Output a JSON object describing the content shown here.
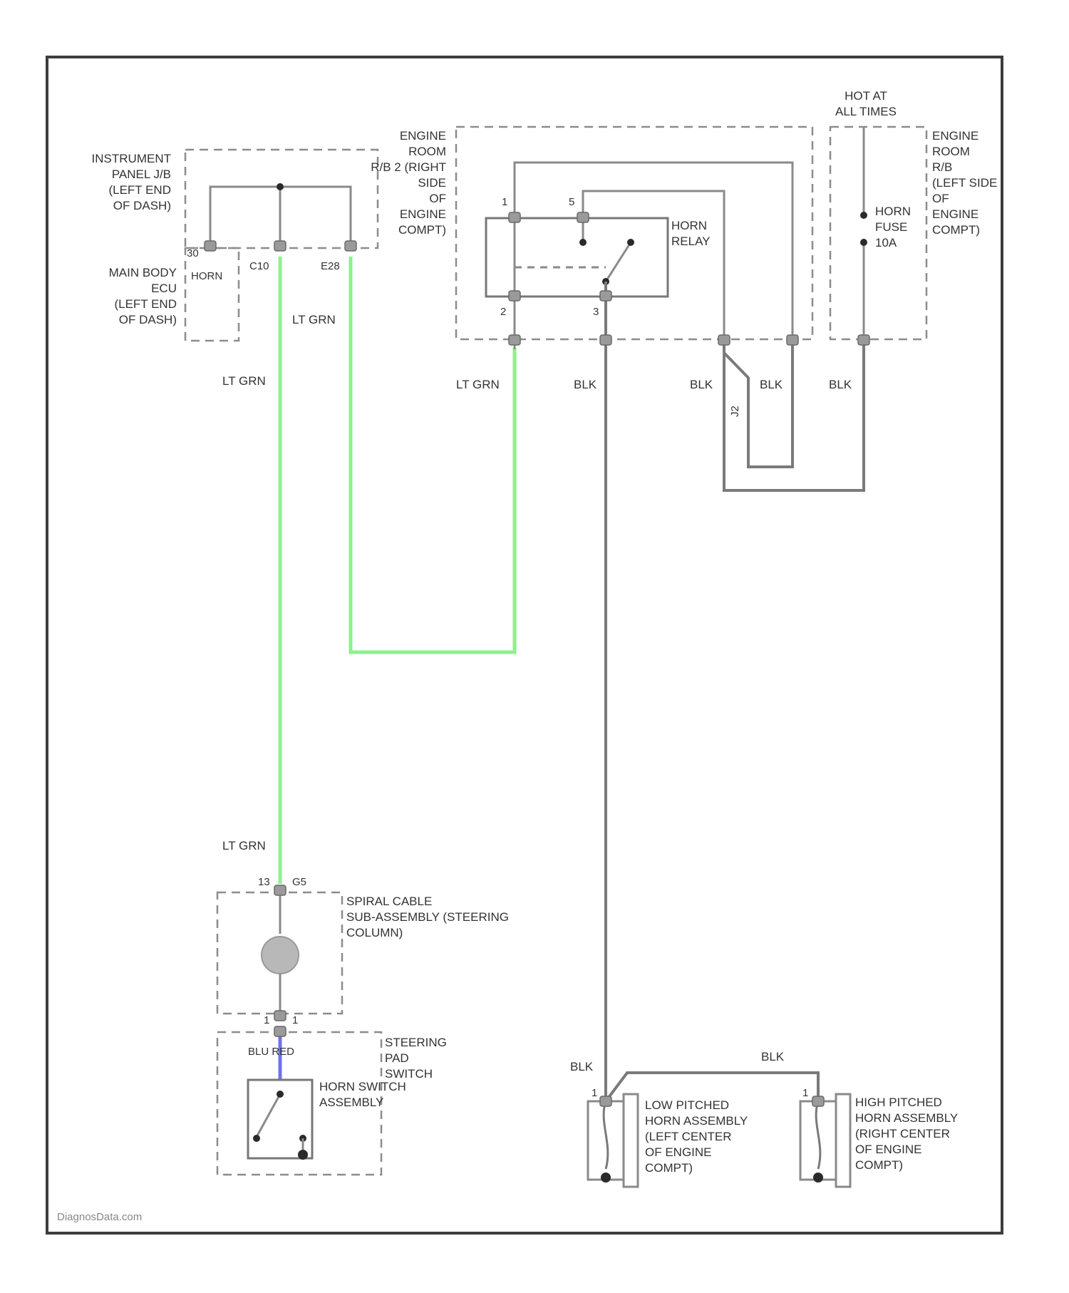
{
  "diagram": {
    "watermark": "DiagnosData.com",
    "colors": {
      "frame": "#3d3d3d",
      "ltgrn_wire": "#8ef08e",
      "blk_wire": "#7a7a7a",
      "blu_wire": "#7070f0",
      "dashed_box": "#8c8c8c"
    },
    "components": {
      "instrument_panel_jb": "INSTRUMENT\nPANEL J/B\n(LEFT END\nOF DASH)",
      "main_body_ecu": "MAIN BODY\nECU\n(LEFT END\nOF DASH)",
      "main_body_ecu_pin": "HORN",
      "engine_room_rb2": "ENGINE\nROOM\nR/B 2 (RIGHT\nSIDE\nOF\nENGINE\nCOMPT)",
      "horn_relay": "HORN\nRELAY",
      "hot_at_all_times": "HOT AT\nALL TIMES",
      "engine_room_rb": "ENGINE\nROOM\nR/B\n(LEFT SIDE\nOF\nENGINE\nCOMPT)",
      "horn_fuse": "HORN\nFUSE\n10A",
      "spiral_cable": "SPIRAL CABLE\nSUB-ASSEMBLY (STEERING\nCOLUMN)",
      "steering_pad_switch": "STEERING\nPAD\nSWITCH",
      "horn_switch_assembly": "HORN SWITCH\nASSEMBLY",
      "low_pitched_horn": "LOW PITCHED\nHORN ASSEMBLY\n(LEFT CENTER\nOF ENGINE\nCOMPT)",
      "high_pitched_horn": "HIGH PITCHED\nHORN ASSEMBLY\n(RIGHT CENTER\nOF ENGINE\nCOMPT)"
    },
    "connectors": {
      "ecu_pin": "30",
      "jb_left": "C10",
      "jb_right": "E28",
      "relay_pin_top_left": "1",
      "relay_pin_top_right": "5",
      "relay_pin_bottom_left": "2",
      "relay_pin_bottom_right": "3",
      "spiral_top": "13",
      "spiral_top_conn": "G5",
      "spiral_bottom": "1",
      "pad_switch_conn": "1",
      "low_horn_pin": "1",
      "high_horn_pin": "1",
      "splice": "J2"
    },
    "wire_labels": {
      "ltgrn_1": "LT GRN",
      "ltgrn_2": "LT GRN",
      "ltgrn_3": "LT GRN",
      "ltgrn_4": "LT GRN",
      "blk_1": "BLK",
      "blk_2": "BLK",
      "blk_3": "BLK",
      "blk_4": "BLK",
      "blk_5": "BLK",
      "blk_6": "BLK",
      "blu_red": "BLU RED"
    }
  }
}
